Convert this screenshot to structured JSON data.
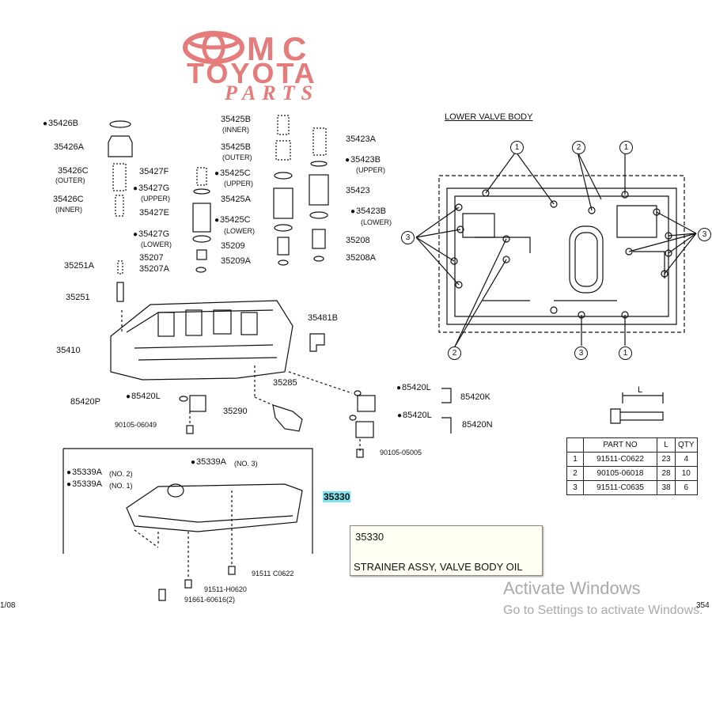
{
  "logo": {
    "line1": "MC",
    "line2": "TOYOTA",
    "line3": "PARTS",
    "color": "#e57b7b"
  },
  "section_title": "LOWER VALVE BODY",
  "labels": [
    {
      "id": "l1",
      "text": "35426B",
      "bullet": true
    },
    {
      "id": "l2",
      "text": "35426A"
    },
    {
      "id": "l3",
      "text": "35426C"
    },
    {
      "id": "l3s",
      "text": "(OUTER)"
    },
    {
      "id": "l4",
      "text": "35426C"
    },
    {
      "id": "l4s",
      "text": "(INNER)"
    },
    {
      "id": "l5",
      "text": "35427F"
    },
    {
      "id": "l6",
      "text": "35427G",
      "bullet": true
    },
    {
      "id": "l6s",
      "text": "(UPPER)"
    },
    {
      "id": "l7",
      "text": "35427E"
    },
    {
      "id": "l8",
      "text": "35427G",
      "bullet": true
    },
    {
      "id": "l8s",
      "text": "(LOWER)"
    },
    {
      "id": "l9",
      "text": "35207"
    },
    {
      "id": "l10",
      "text": "35207A"
    },
    {
      "id": "l11",
      "text": "35425B"
    },
    {
      "id": "l11s",
      "text": "(INNER)"
    },
    {
      "id": "l12",
      "text": "35425B"
    },
    {
      "id": "l12s",
      "text": "(OUTER)"
    },
    {
      "id": "l13",
      "text": "35425C",
      "bullet": true
    },
    {
      "id": "l13s",
      "text": "(UPPER)"
    },
    {
      "id": "l14",
      "text": "35425A"
    },
    {
      "id": "l15",
      "text": "35425C",
      "bullet": true
    },
    {
      "id": "l15s",
      "text": "(LOWER)"
    },
    {
      "id": "l16",
      "text": "35209"
    },
    {
      "id": "l17",
      "text": "35209A"
    },
    {
      "id": "l18",
      "text": "35423A"
    },
    {
      "id": "l19",
      "text": "35423B",
      "bullet": true
    },
    {
      "id": "l19s",
      "text": "(UPPER)"
    },
    {
      "id": "l20",
      "text": "35423"
    },
    {
      "id": "l21",
      "text": "35423B",
      "bullet": true
    },
    {
      "id": "l21s",
      "text": "(LOWER)"
    },
    {
      "id": "l22",
      "text": "35208"
    },
    {
      "id": "l23",
      "text": "35208A"
    },
    {
      "id": "l24",
      "text": "35251A"
    },
    {
      "id": "l25",
      "text": "35251"
    },
    {
      "id": "l26",
      "text": "35410"
    },
    {
      "id": "l27",
      "text": "35481B"
    },
    {
      "id": "l28",
      "text": "35285"
    },
    {
      "id": "l29",
      "text": "35290"
    },
    {
      "id": "l30",
      "text": "85420P"
    },
    {
      "id": "l31",
      "text": "85420L",
      "bullet": true
    },
    {
      "id": "l32",
      "text": "90105-06049"
    },
    {
      "id": "l33",
      "text": "85420L",
      "bullet": true
    },
    {
      "id": "l34",
      "text": "85420K"
    },
    {
      "id": "l35",
      "text": "85420L",
      "bullet": true
    },
    {
      "id": "l36",
      "text": "85420N"
    },
    {
      "id": "l37",
      "text": "90105-05005"
    },
    {
      "id": "l38",
      "text": "35339A",
      "bullet": true
    },
    {
      "id": "l38s",
      "text": "(NO. 3)"
    },
    {
      "id": "l39",
      "text": "35339A",
      "bullet": true
    },
    {
      "id": "l39s",
      "text": "(NO. 2)"
    },
    {
      "id": "l40",
      "text": "35339A",
      "bullet": true
    },
    {
      "id": "l40s",
      "text": "(NO. 1)"
    },
    {
      "id": "l41",
      "text": "91511 C0622"
    },
    {
      "id": "l42",
      "text": "91511-H0620"
    },
    {
      "id": "l43",
      "text": "91661-60616(2)"
    },
    {
      "id": "l44",
      "text": "L"
    }
  ],
  "highlight_part": "35330",
  "tooltip": {
    "part_no": "35330",
    "description": "STRAINER ASSY, VALVE BODY OIL"
  },
  "edge_left": "1/08",
  "edge_right": "354",
  "parts_table": {
    "headers": [
      "",
      "PART NO",
      "L",
      "QTY"
    ],
    "rows": [
      [
        "1",
        "91511-C0622",
        "23",
        "4"
      ],
      [
        "2",
        "90105-06018",
        "28",
        "10"
      ],
      [
        "3",
        "91511-C0635",
        "38",
        "6"
      ]
    ]
  },
  "callouts": [
    "1",
    "2",
    "1",
    "3",
    "3",
    "2",
    "3",
    "1"
  ],
  "watermark": {
    "line1": "Activate Windows",
    "line2": "Go to Settings to activate Windows."
  }
}
